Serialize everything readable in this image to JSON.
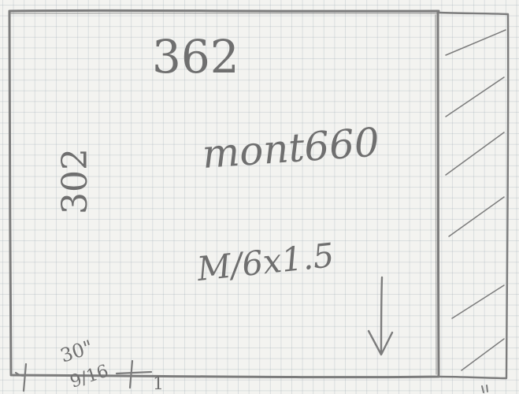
{
  "sketch": {
    "width_label": "362",
    "height_label": "302",
    "material_label": "mont660",
    "bolt_label": "M/6x1.5",
    "bottom_note_top": "30\"",
    "bottom_note_bottom": "9/16",
    "bottom_marker": "1"
  },
  "colors": {
    "paper": "#f3f3f0",
    "grid": "#a0adb5",
    "pencil": "#7c7c7c"
  }
}
